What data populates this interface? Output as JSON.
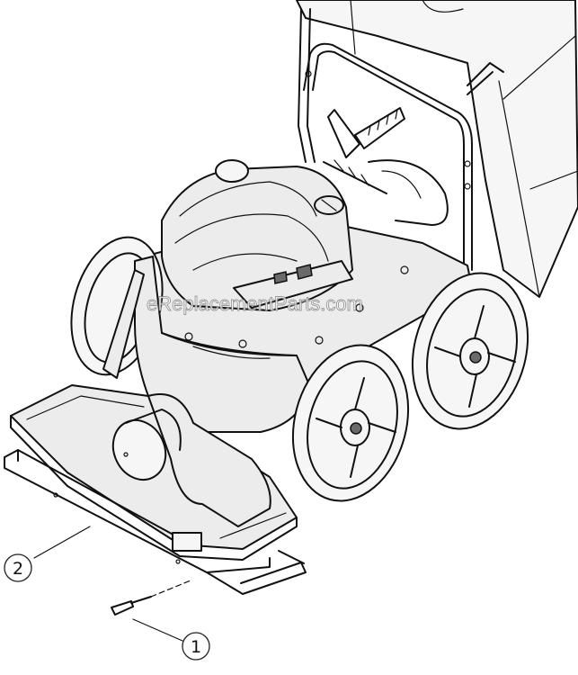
{
  "watermark": "eReplacementParts.com",
  "callouts": [
    {
      "number": "1",
      "part": "screw"
    },
    {
      "number": "2",
      "part": "bracket"
    }
  ]
}
